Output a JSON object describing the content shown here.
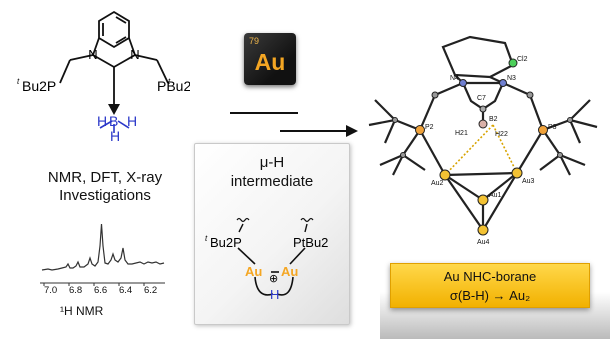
{
  "left": {
    "ligand_labels": {
      "n_left": "N",
      "n_right": "N",
      "p_left_prefix": "t",
      "p_left": "Bu2P",
      "p_right_prefix": "t",
      "p_right": "PBu2",
      "borane_h1": "H",
      "borane_b": "B",
      "borane_h2": "H",
      "borane_h3": "H"
    },
    "caption_line1": "NMR, DFT, X-ray",
    "caption_line2": "Investigations",
    "nmr_ticks": [
      "7.0",
      "6.8",
      "6.6",
      "6.4",
      "6.2"
    ],
    "nmr_axis_label": "¹H NMR"
  },
  "element_tile": {
    "number": "79",
    "symbol": "Au"
  },
  "intermediate": {
    "title_line1": "μ-H",
    "title_line2": "intermediate",
    "p_left_prefix": "t",
    "p_left": "Bu2P",
    "p_right": "PtBu2",
    "au_left": "Au",
    "au_right": "Au",
    "hydride": "H",
    "charge": "⊕"
  },
  "structure_labels": {
    "cl2": "Cl2",
    "n4": "N4",
    "c7": "C7",
    "n3": "N3",
    "b2": "B2",
    "h21": "H21",
    "h22": "H22",
    "p2": "P2",
    "p3": "P3",
    "au1": "Au1",
    "au2": "Au2",
    "au3": "Au3",
    "au4": "Au4"
  },
  "banner": {
    "line1": "Au NHC-borane",
    "line2": "σ(B-H) → Au₂"
  },
  "colors": {
    "gold": "#f4a623",
    "hydride_blue": "#2a37c9",
    "banner": "#f7c21e"
  }
}
